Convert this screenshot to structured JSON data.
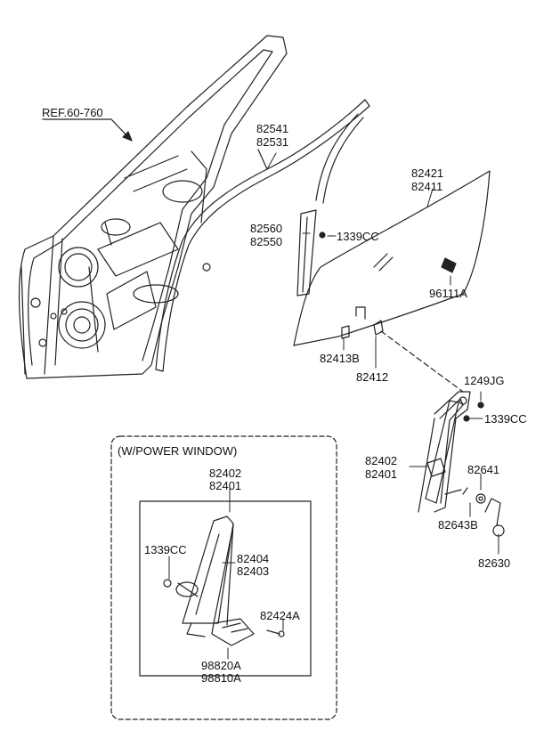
{
  "diagram": {
    "reference": "REF.60-760",
    "power_window_box_title": "(W/POWER WINDOW)",
    "parts": {
      "p82541": "82541",
      "p82531": "82531",
      "p82421": "82421",
      "p82411": "82411",
      "p82560": "82560",
      "p82550": "82550",
      "p1339cc_a": "1339CC",
      "p96111a": "96111A",
      "p82413b": "82413B",
      "p82412": "82412",
      "p1249jg": "1249JG",
      "p1339cc_b": "1339CC",
      "p82402_a": "82402",
      "p82401_a": "82401",
      "p82641": "82641",
      "p82643b": "82643B",
      "p82630": "82630",
      "p82402_b": "82402",
      "p82401_b": "82401",
      "p1339cc_c": "1339CC",
      "p82404": "82404",
      "p82403": "82403",
      "p82424a": "82424A",
      "p98820a": "98820A",
      "p98810a": "98810A"
    }
  }
}
